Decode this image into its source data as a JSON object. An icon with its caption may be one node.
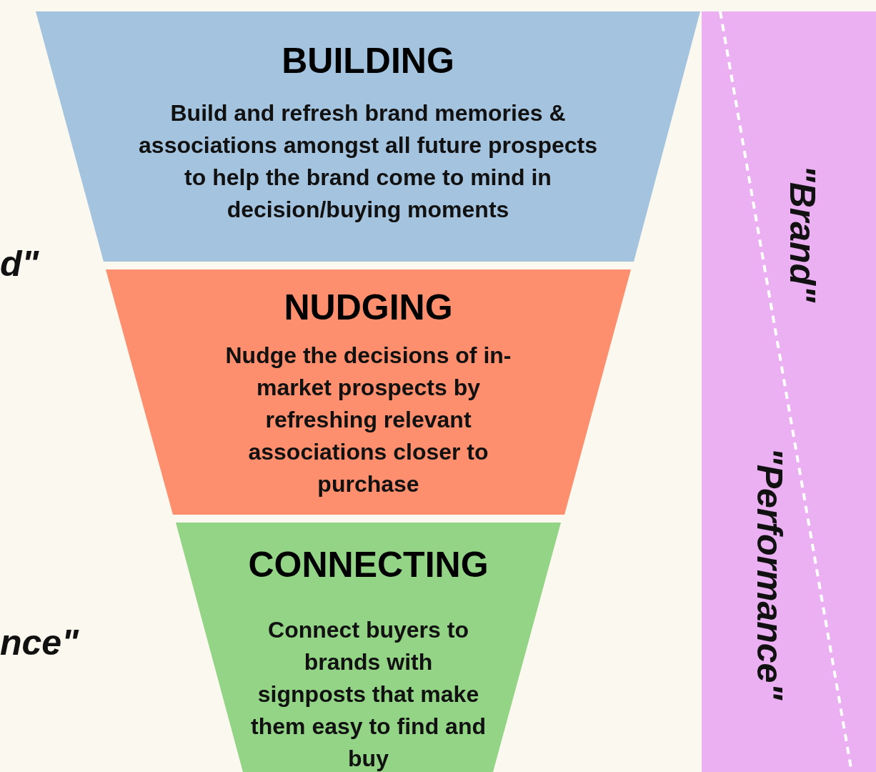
{
  "diagram": {
    "nodes": [
      {
        "text": [
          "BUILDING",
          "Build and refresh brand memories & associations amongst all future prospects to help the brand come to mind in decision/buying moments"
        ]
      },
      {
        "text": [
          "NUDGING",
          "Nudge the decisions of in-market prospects by refreshing relevant associations closer to purchase"
        ]
      },
      {
        "text": [
          "CONNECTING",
          "Connect buyers to brands with signposts that make them easy to find and buy"
        ]
      },
      {
        "text": [
          "\"Brand\"",
          "\"Performance\""
        ]
      }
    ],
    "labels": [
      "d\"",
      "nce\""
    ]
  }
}
